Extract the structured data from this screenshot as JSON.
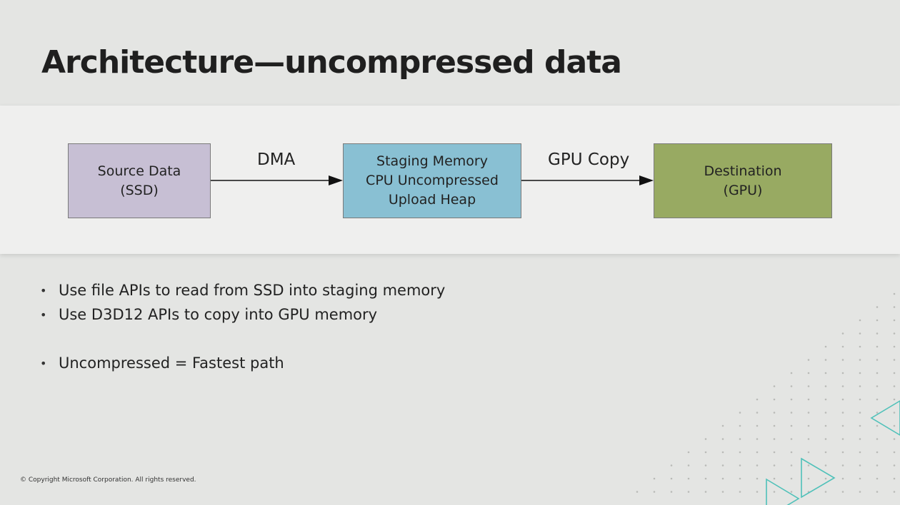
{
  "slide": {
    "title": "Architecture—uncompressed data",
    "copyright": "© Copyright Microsoft Corporation. All rights reserved."
  },
  "diagram": {
    "nodes": {
      "source": {
        "line1": "Source Data",
        "line2": "(SSD)",
        "color": "#c7bfd4"
      },
      "staging": {
        "line1": "Staging Memory",
        "line2": "CPU Uncompressed",
        "line3": "Upload Heap",
        "color": "#89c0d3"
      },
      "destination": {
        "line1": "Destination",
        "line2": "(GPU)",
        "color": "#98aa62"
      }
    },
    "edges": {
      "dma": "DMA",
      "gpu_copy": "GPU Copy"
    }
  },
  "bullets": [
    "Use file APIs to read from SSD into staging memory",
    "Use D3D12 APIs to copy into GPU memory",
    "Uncompressed = Fastest path"
  ],
  "colors": {
    "accent_teal": "#4fc1b9",
    "background": "#e4e5e3"
  }
}
